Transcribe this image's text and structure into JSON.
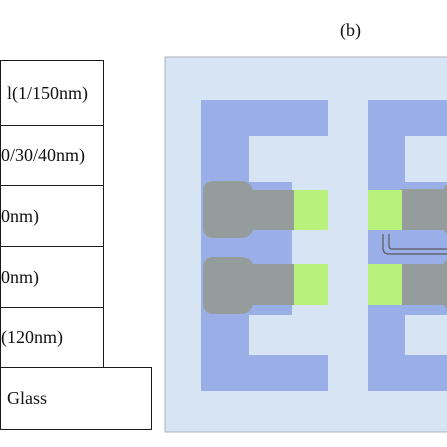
{
  "figure_label": "(b)",
  "stack_layers": [
    {
      "id": "al",
      "label": "l(1/150nm)"
    },
    {
      "id": "htl",
      "label": "0/30/40nm)"
    },
    {
      "id": "eml",
      "label": "0nm)"
    },
    {
      "id": "etl",
      "label": "0nm)"
    },
    {
      "id": "ito",
      "label": "(120nm)"
    },
    {
      "id": "glass",
      "label": "Glass"
    }
  ],
  "colors": {
    "substrate": "#d6e4f4",
    "electrode": "#9aaee8",
    "pad": "#949d9b",
    "active": "#b8f27c",
    "outline": "#5a5a5a"
  }
}
